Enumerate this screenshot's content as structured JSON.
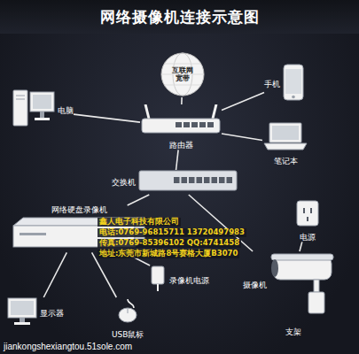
{
  "diagram": {
    "title": "网络摄像机连接示意图",
    "nodes": [
      {
        "text": [
          "互联网宽带"
        ]
      },
      {
        "text": [
          "电脑"
        ]
      },
      {
        "text": [
          "手机"
        ]
      },
      {
        "text": [
          "路由器"
        ]
      },
      {
        "text": [
          "笔记本"
        ]
      },
      {
        "text": [
          "交换机"
        ]
      },
      {
        "text": [
          "网络硬盘录像机"
        ]
      },
      {
        "text": [
          "电源"
        ]
      },
      {
        "text": [
          "摄像机"
        ]
      },
      {
        "text": [
          "显示器"
        ]
      },
      {
        "text": [
          "USB鼠标"
        ]
      },
      {
        "text": [
          "录像机电源"
        ]
      }
    ],
    "edges": [
      {
        "from": 0,
        "to": 3,
        "arrow": "none"
      },
      {
        "from": 1,
        "to": 3,
        "arrow": "none"
      },
      {
        "from": 2,
        "to": 3,
        "arrow": "none"
      },
      {
        "from": 4,
        "to": 3,
        "arrow": "none"
      },
      {
        "from": 3,
        "to": 5,
        "arrow": "none"
      },
      {
        "from": 5,
        "to": 6,
        "arrow": "none"
      },
      {
        "from": 5,
        "to": 8,
        "arrow": "none"
      },
      {
        "from": 7,
        "to": 8,
        "arrow": "none"
      },
      {
        "from": 6,
        "to": 9,
        "arrow": "none"
      },
      {
        "from": 6,
        "to": 10,
        "arrow": "none"
      },
      {
        "from": 6,
        "to": 11,
        "arrow": "none"
      }
    ],
    "labels": [
      "支架",
      "鑫人电子科技有限公司",
      "电话:0769-96815711 13720497983",
      "传真:0769-85396102 QQ:4741458",
      "地址:东莞市新城路8号赛格大厦B3070",
      "jiankongshexiangtou.51sole.com"
    ]
  }
}
